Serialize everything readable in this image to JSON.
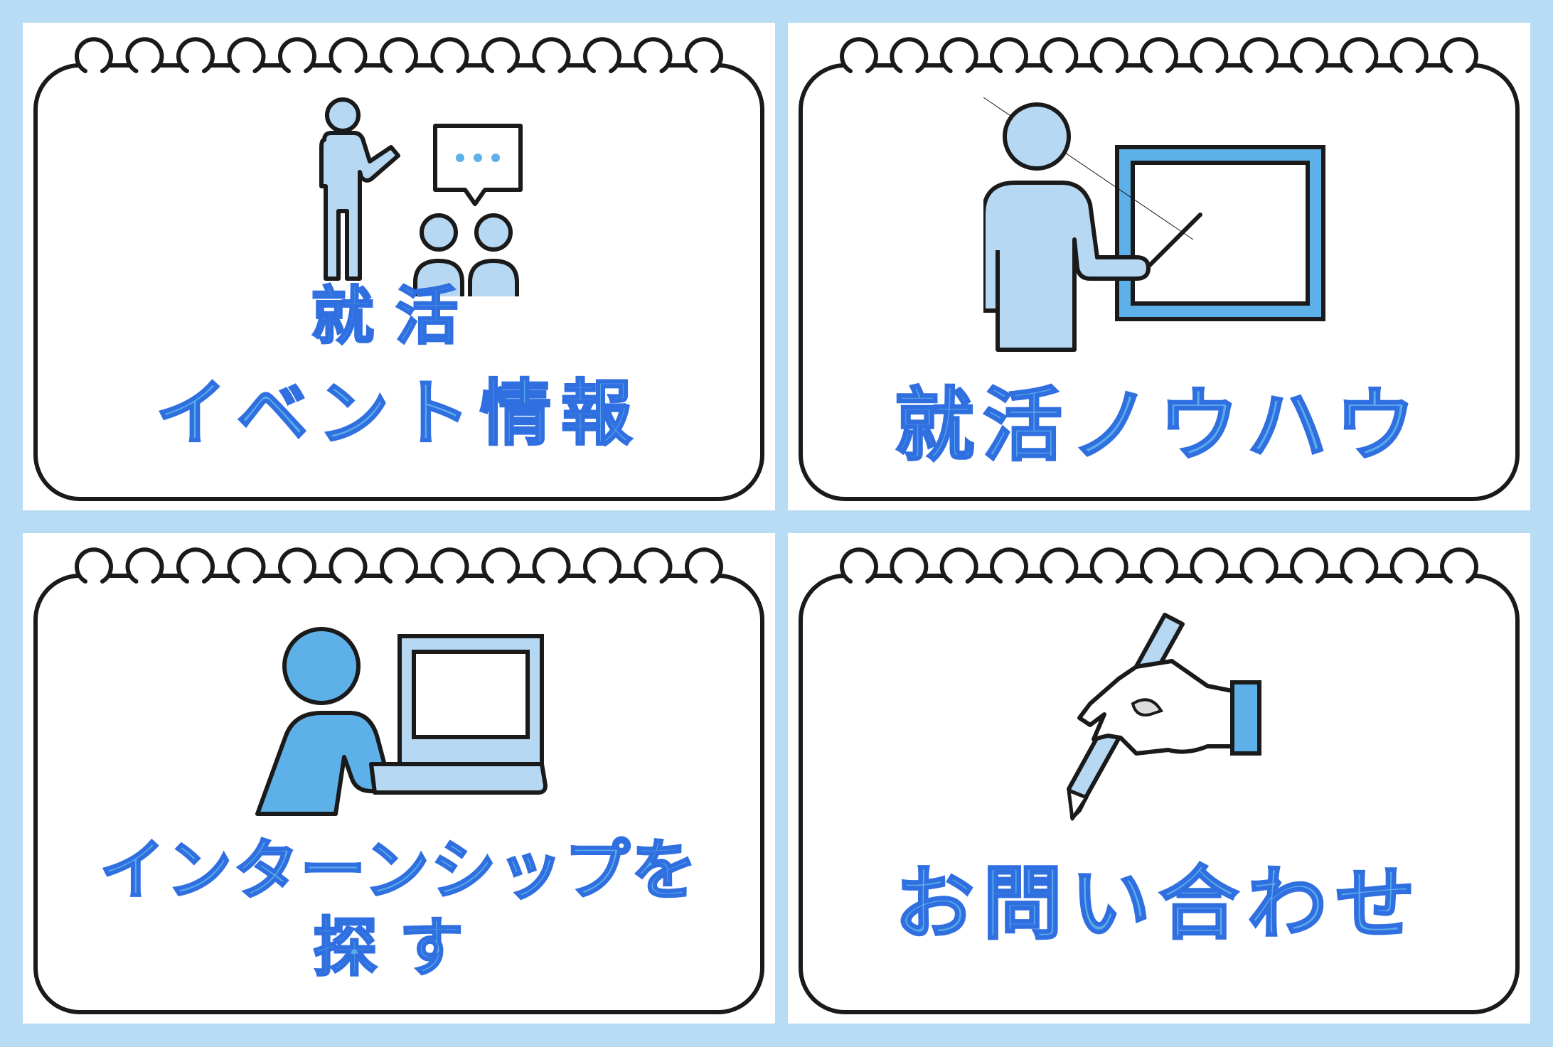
{
  "tiles": [
    {
      "id": "job-events",
      "lines": [
        "就 活",
        "イベント情報"
      ],
      "icon": "presentation-icon"
    },
    {
      "id": "job-knowhow",
      "lines": [
        "就活ノウハウ"
      ],
      "icon": "teacher-board-icon"
    },
    {
      "id": "internship",
      "lines": [
        "インターンシップを",
        "探 す"
      ],
      "icon": "laptop-user-icon"
    },
    {
      "id": "contact",
      "lines": [
        "お問い合わせ"
      ],
      "icon": "hand-pen-icon"
    }
  ],
  "colors": {
    "background": "#b8dcf3",
    "text_fill": "#5aabea",
    "text_stroke": "#2f6fe0",
    "icon_fill": "#b6d8f2",
    "icon_fill_dark": "#5db0e8",
    "outline": "#1a1a1a"
  }
}
